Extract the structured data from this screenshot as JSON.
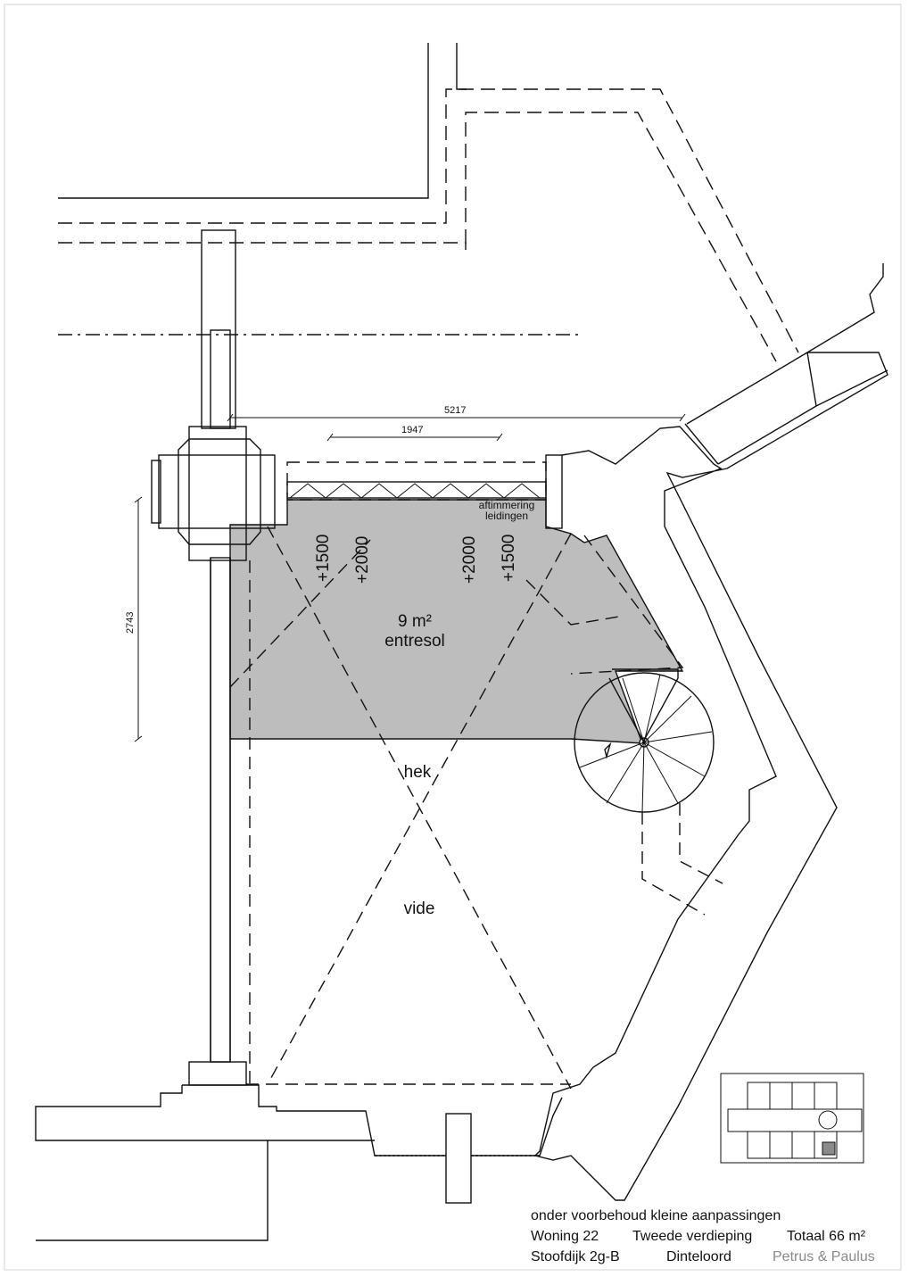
{
  "plan": {
    "area_label": "9 m²",
    "room_entresol": "entresol",
    "room_hek": "hek",
    "room_vide": "vide",
    "note_line1": "aftimmering",
    "note_line2": "leidingen",
    "dimension_total_width": "5217",
    "dimension_window": "1947",
    "dimension_depth": "2743",
    "elevations": [
      "+1500",
      "+2000",
      "+2000",
      "+1500"
    ]
  },
  "footer": {
    "disclaimer": "onder voorbehoud kleine aanpassingen",
    "unit": "Woning 22",
    "floor": "Tweede verdieping",
    "total_area": "Totaal 66 m²",
    "address": "Stoofdijk 2g-B",
    "city": "Dinteloord",
    "project": "Petrus & Paulus"
  },
  "colors": {
    "entresol_fill": "#bdbdbd",
    "line": "#111111",
    "project_name": "#8a8a8a"
  }
}
